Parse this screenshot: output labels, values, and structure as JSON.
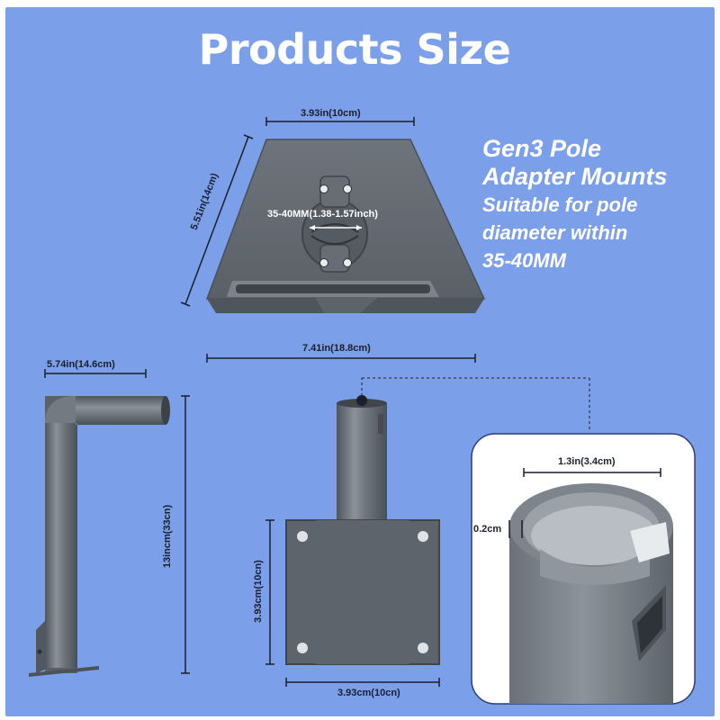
{
  "header": {
    "title": "Products Size"
  },
  "description": {
    "line1": "Gen3 Pole",
    "line2": "Adapter Mounts",
    "line3": "Suitable for pole",
    "line4": "diameter within",
    "line5": "35-40MM"
  },
  "dimensions": {
    "plate_width": "3.93in(10cm)",
    "plate_height": "5.51in(14cm)",
    "clamp_range": "35-40MM(1.38-1.57inch)",
    "arm_width": "5.74in(14.6cm)",
    "total_width": "7.41in(18.8cm)",
    "arm_height": "13incm(33cn)",
    "pole_inner": "1.3in(3.4cm)",
    "wall_thickness": "0.2cm",
    "square_height": "3.93cm(10cn)",
    "square_width": "3.93cm(10cn)"
  },
  "colors": {
    "background": "#7c9fea",
    "metal": "#6f767e",
    "metal_dark": "#4d535a",
    "text": "#1a1f2b"
  }
}
